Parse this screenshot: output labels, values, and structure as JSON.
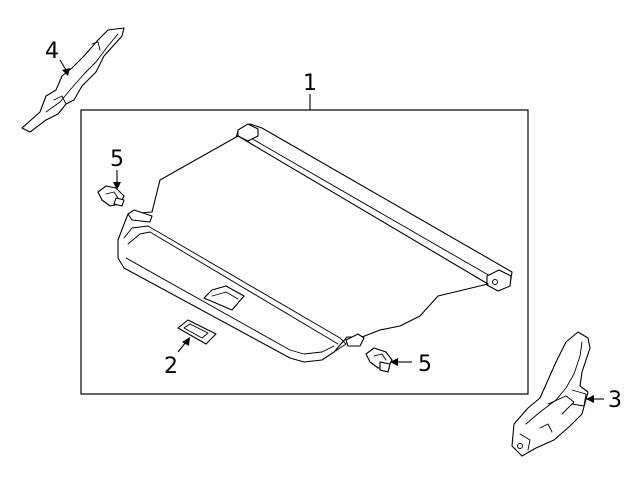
{
  "diagram": {
    "callouts": {
      "c1": "1",
      "c2": "2",
      "c3": "3",
      "c4": "4",
      "c5_left": "5",
      "c5_right": "5"
    }
  }
}
